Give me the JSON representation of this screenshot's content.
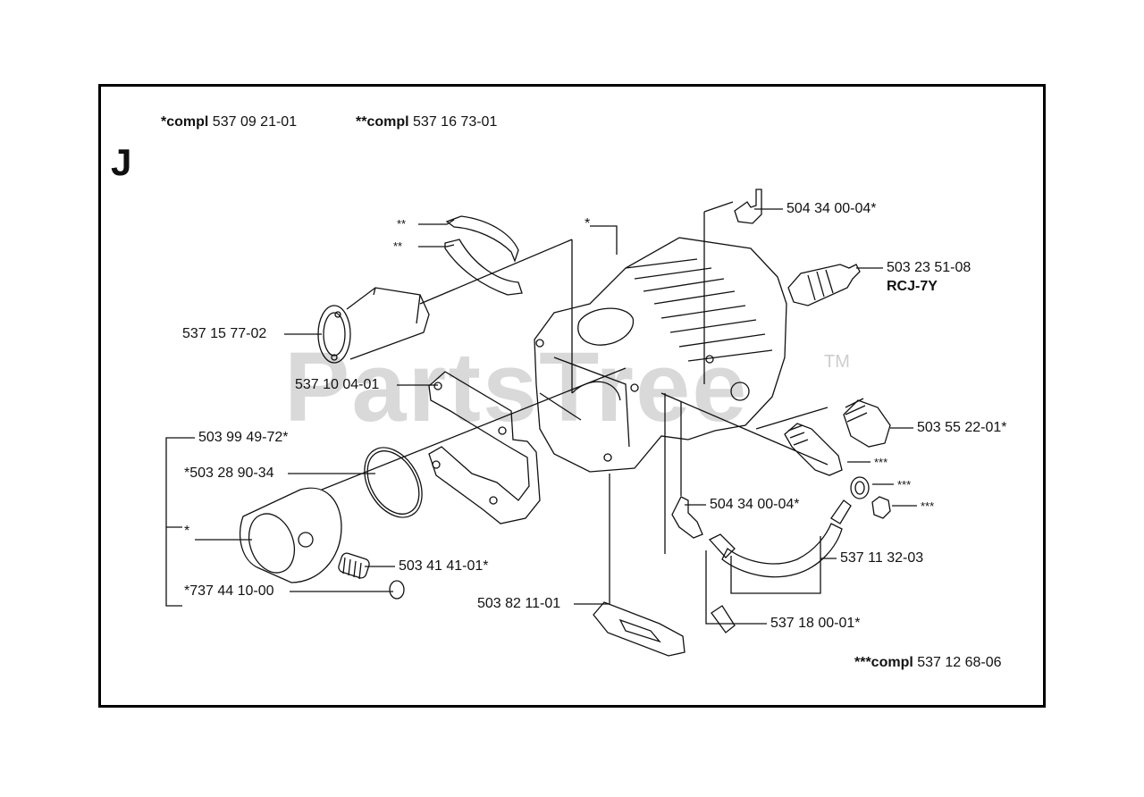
{
  "section_letter": "J",
  "watermark": "PartsTree",
  "watermark_tm": "TM",
  "headers": {
    "compl1_prefix": "*compl",
    "compl1_number": "537 09 21-01",
    "compl2_prefix": "**compl",
    "compl2_number": "537 16 73-01",
    "compl3_prefix": "***compl",
    "compl3_number": "537 12 68-06"
  },
  "parts": {
    "p_537_15_77_02": "537 15 77-02",
    "p_537_10_04_01": "537 10 04-01",
    "p_503_99_49_72": "503 99 49-72*",
    "p_503_28_90_34": "*503 28 90-34",
    "p_star": "*",
    "p_503_41_41_01": "503 41 41-01*",
    "p_737_44_10_00": "*737 44 10-00",
    "p_503_82_11_01": "503 82 11-01",
    "p_504_34_00_04_top": "504 34 00-04*",
    "p_503_23_51_08": "503 23 51-08",
    "p_rcj7y": "RCJ-7Y",
    "p_503_55_22_01": "503 55 22-01*",
    "p_504_34_00_04_mid": "504 34 00-04*",
    "p_537_11_32_03": "537 11 32-03",
    "p_537_18_00_01": "537 18 00-01*",
    "p_dstar1": "**",
    "p_dstar2": "**",
    "p_cyl_star": "*",
    "p_tstar1": "***",
    "p_tstar2": "***",
    "p_tstar3": "***"
  }
}
